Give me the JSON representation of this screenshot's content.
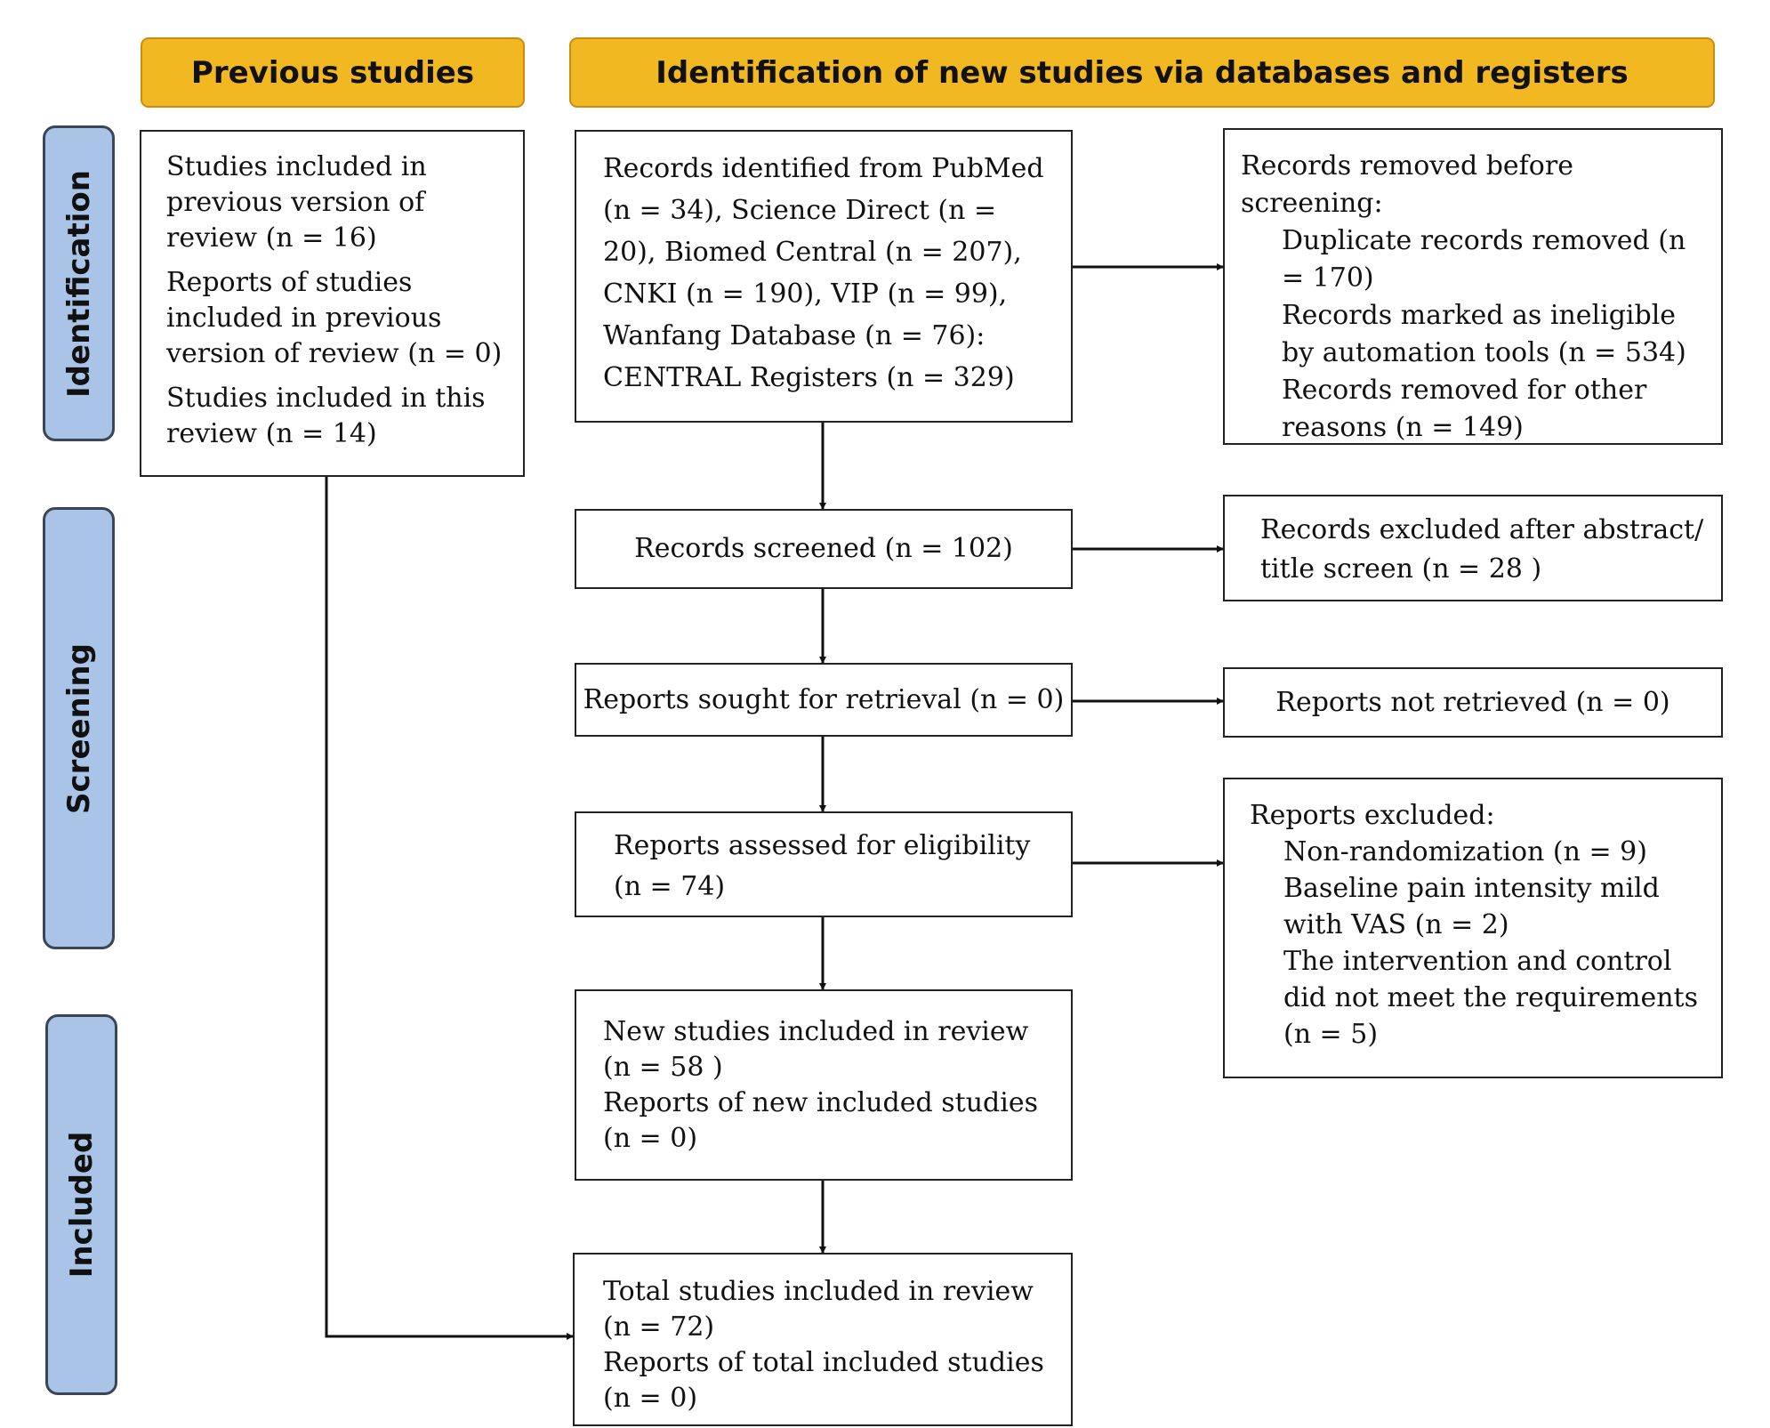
{
  "headers": {
    "previous": "Previous studies",
    "new": "Identification of new studies via databases and registers"
  },
  "stages": {
    "identification": "Identification",
    "screening": "Screening",
    "included": "Included"
  },
  "previous_box": {
    "line1": "Studies included in previous version of review (n = 16)",
    "line2": "Reports of studies included in previous version of review (n = 0)",
    "line3": "Studies included in this review (n = 14)"
  },
  "identified": {
    "text": "Records identified from PubMed (n = 34), Science Direct (n = 20), Biomed Central (n = 207), CNKI (n = 190), VIP (n = 99), Wanfang Database (n = 76): CENTRAL Registers (n = 329)"
  },
  "removed": {
    "title": "Records removed before screening:",
    "item1": "Duplicate records removed (n = 170)",
    "item2": "Records marked as ineligible by automation tools (n = 534)",
    "item3": "Records removed for other reasons (n = 149)"
  },
  "screened": {
    "text": "Records screened (n = 102)"
  },
  "excluded_abstract": {
    "text": "Records excluded after abstract/ title screen (n = 28 )"
  },
  "sought": {
    "text": "Reports sought for retrieval (n = 0)"
  },
  "not_retrieved": {
    "text": "Reports not retrieved (n = 0)"
  },
  "assessed": {
    "text": "Reports assessed for eligibility (n = 74)"
  },
  "reports_excluded": {
    "title": "Reports excluded:",
    "item1": "Non-randomization (n = 9)",
    "item2": "Baseline pain intensity mild with VAS (n = 2)",
    "item3": "The intervention and control did not meet the requirements (n = 5)"
  },
  "new_included": {
    "line1": "New studies included in review (n = 58 )",
    "line2": "Reports of new included studies (n = 0)"
  },
  "total_included": {
    "line1": "Total studies included in review (n = 72)",
    "line2": "Reports of total included studies (n = 0)"
  }
}
